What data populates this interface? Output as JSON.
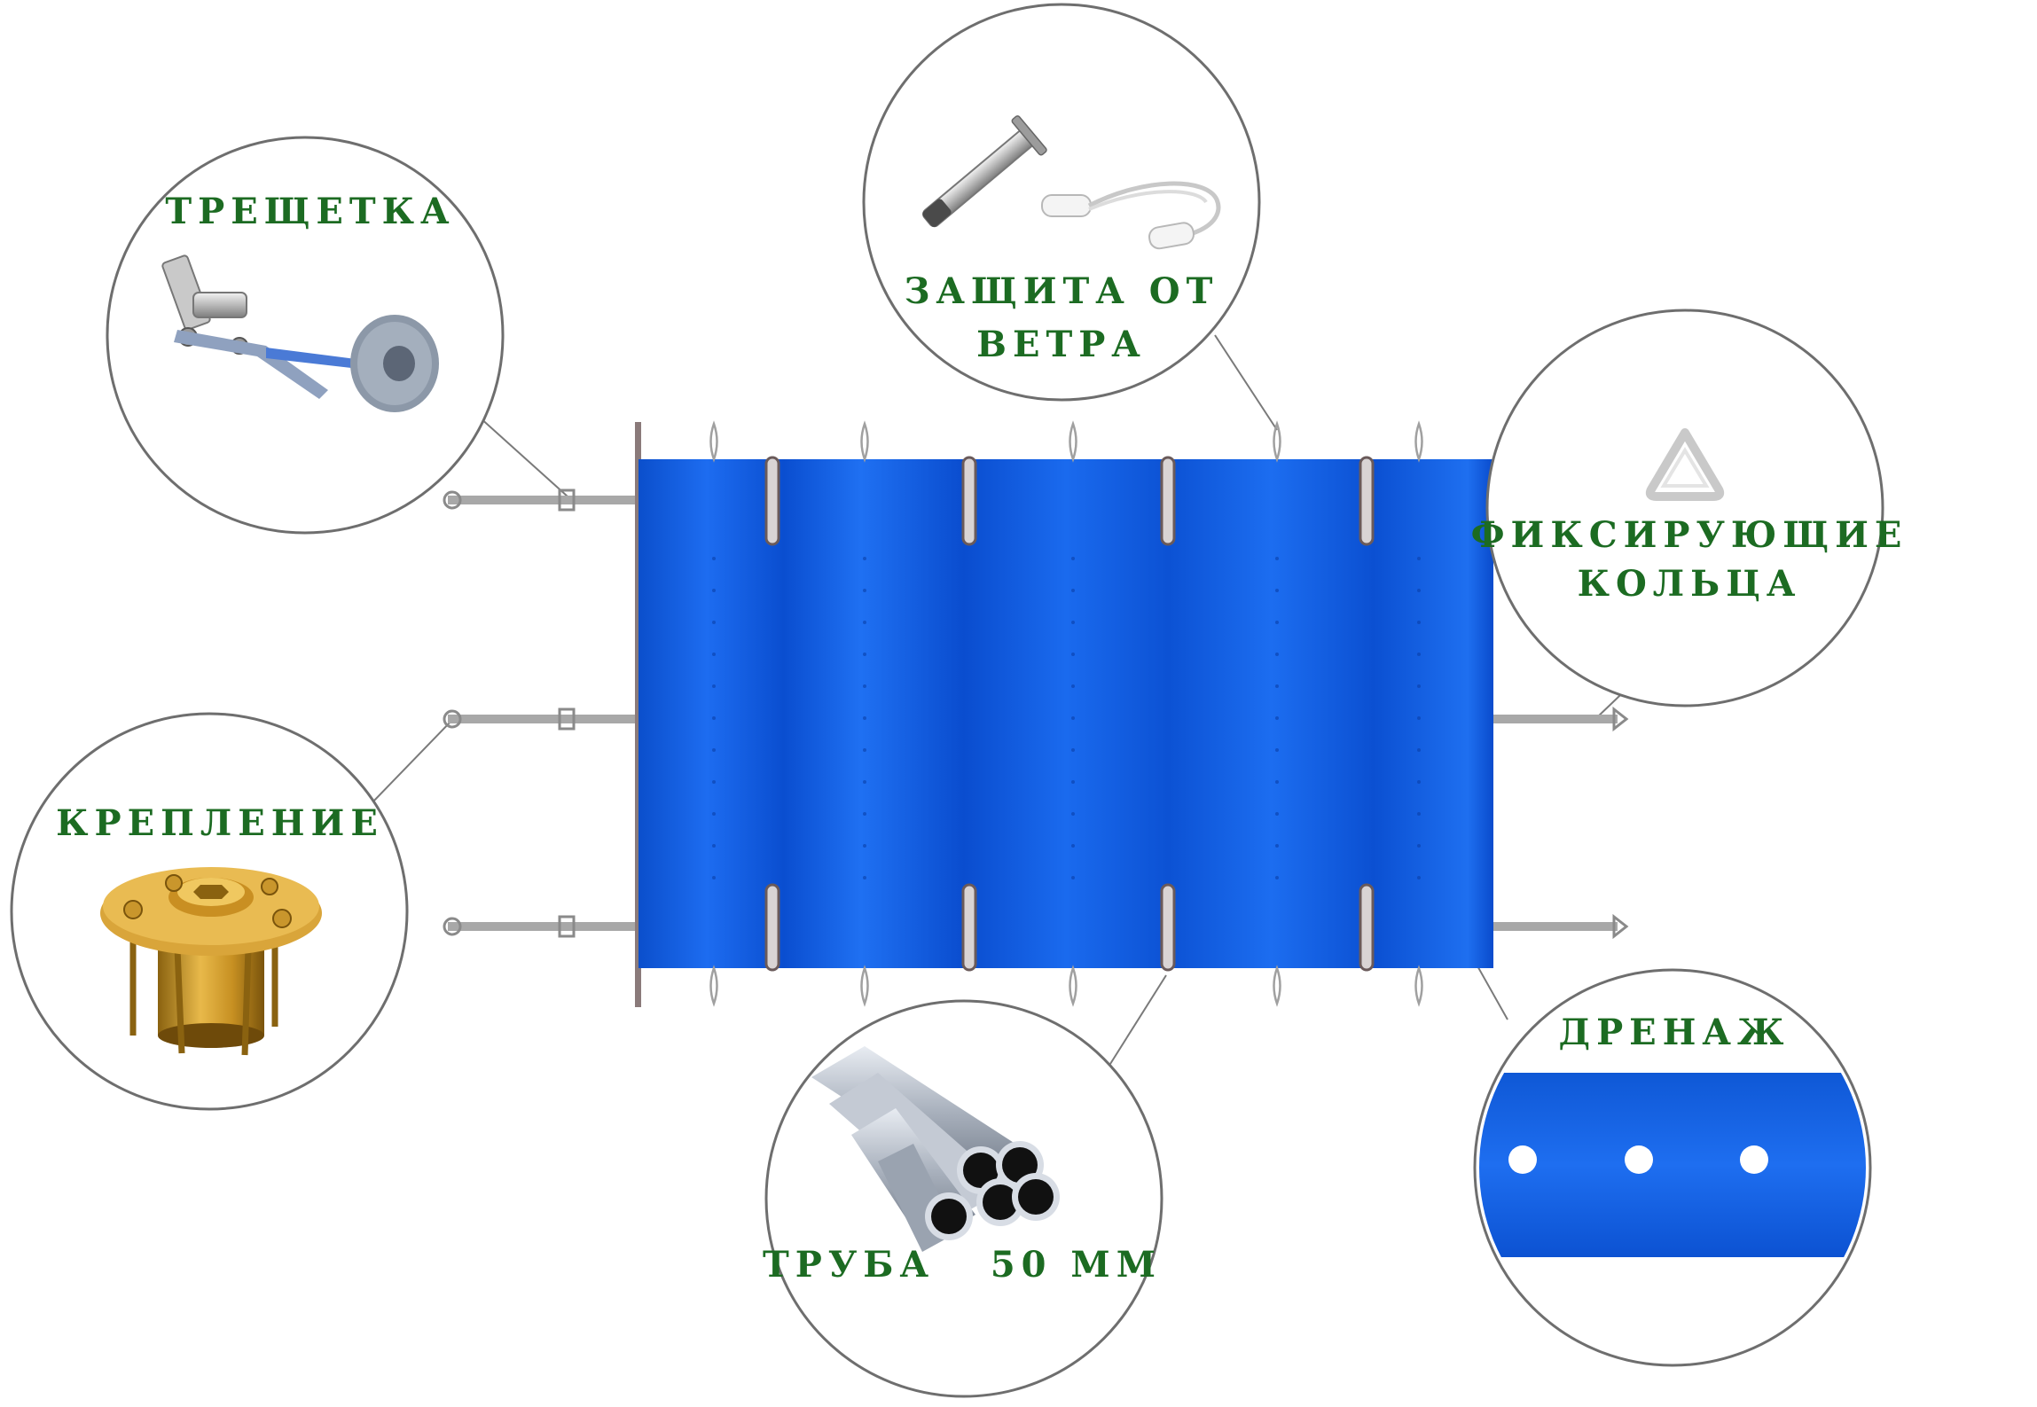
{
  "callouts": {
    "ratchet": {
      "label": "ТРЕЩЕТКА",
      "icon": "ratchet-strap-icon"
    },
    "wind": {
      "label_line1": "ЗАЩИТА ОТ",
      "label_line2": "ВЕТРА",
      "icon": "wind-protection-kit-icon"
    },
    "rings": {
      "label_line1": "ФИКСИРУЮЩИЕ",
      "label_line2": "КОЛЬЦА",
      "icon": "fixing-ring-icon"
    },
    "anchor": {
      "label": "КРЕПЛЕНИЕ",
      "icon": "brass-anchor-icon"
    },
    "pipe": {
      "label": "ТРУБА   50 ММ",
      "icon": "aluminum-pipes-icon"
    },
    "drain": {
      "label": "ДРЕНАЖ",
      "icon": "drainage-holes-icon"
    }
  },
  "colors": {
    "label_green": "#1c6b22",
    "cover_blue": "#0a56d8",
    "cover_highlight": "#1f72f0",
    "circle_stroke": "#6e6e6e",
    "leader_line": "#7a7a7a"
  }
}
